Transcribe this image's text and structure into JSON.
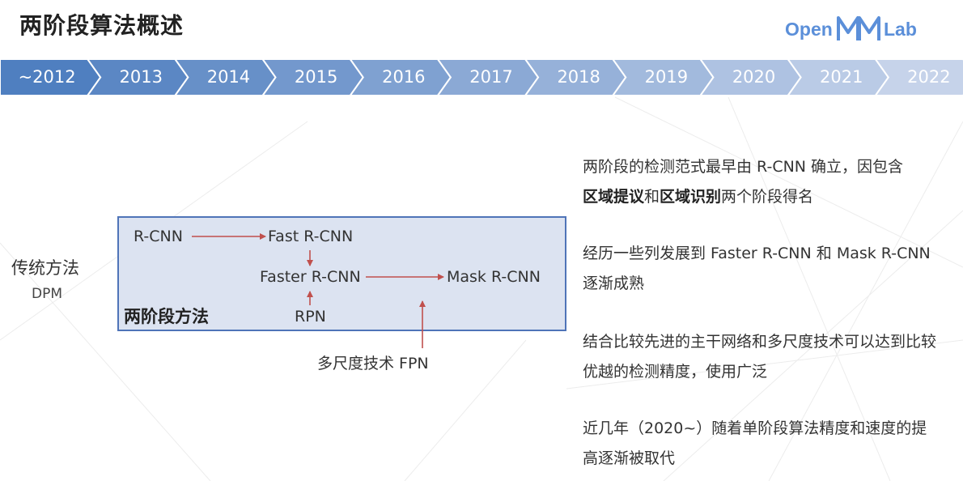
{
  "title": "两阶段算法概述",
  "logo": {
    "text_left": "Open",
    "text_right": "Lab",
    "mark": "MM"
  },
  "timeline": [
    "~2012",
    "2013",
    "2014",
    "2015",
    "2016",
    "2017",
    "2018",
    "2019",
    "2020",
    "2021",
    "2022"
  ],
  "colors": {
    "timeline_dark": "#4f7fc0",
    "timeline_light": "#c6d3ea",
    "arrow": "#c0504d",
    "box_fill": "#dce3f1",
    "box_border": "#4f74b8",
    "logo": "#5b8fd9"
  },
  "left": {
    "title": "传统方法",
    "subtitle": "DPM"
  },
  "diagram": {
    "box_title": "两阶段方法",
    "rcnn": "R-CNN",
    "fast_rcnn": "Fast R-CNN",
    "faster_rcnn": "Faster R-CNN",
    "mask_rcnn": "Mask R-CNN",
    "rpn": "RPN",
    "fpn": "多尺度技术  FPN"
  },
  "paragraphs": {
    "p1_a": "两阶段的检测范式最早由 R-CNN 确立，因包含",
    "p1_b1": "区域提议",
    "p1_b2": "和",
    "p1_b3": "区域识别",
    "p1_b4": "两个阶段得名",
    "p2": "经历一些列发展到 Faster R-CNN 和 Mask R-CNN 逐渐成熟",
    "p3": "结合比较先进的主干网络和多尺度技术可以达到比较优越的检测精度，使用广泛",
    "p4": "近几年（2020~）随着单阶段算法精度和速度的提高逐渐被取代"
  }
}
